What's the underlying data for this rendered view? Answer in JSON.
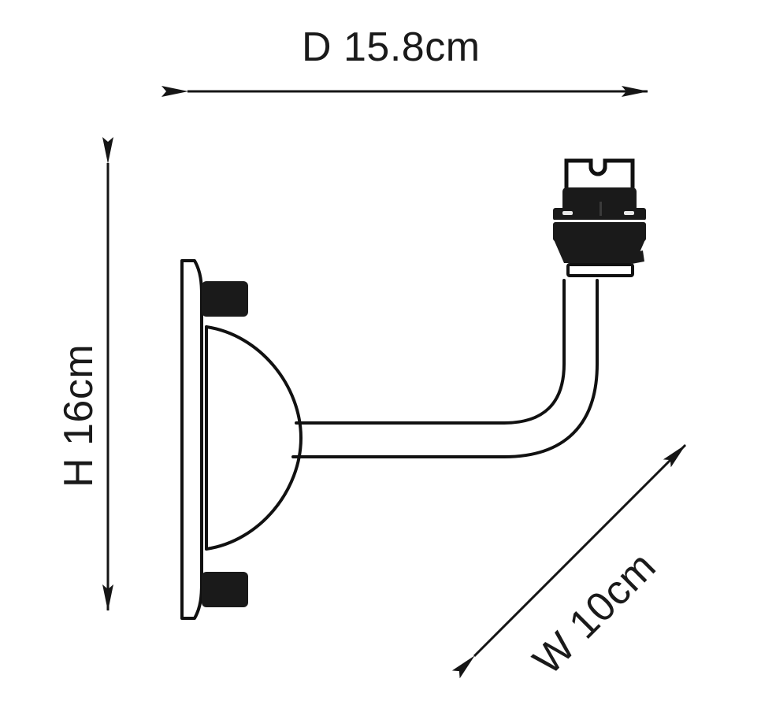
{
  "diagram": {
    "title": "Wall light dimension drawing",
    "product": "wall-bracket-lamp",
    "line_color": "#111111",
    "fill_color": "#ffffff",
    "dark_color": "#1a1a1a",
    "background": "#ffffff"
  },
  "dimensions": {
    "depth": {
      "label": "D 15.8cm",
      "value": 15.8,
      "unit": "cm",
      "axis": "depth",
      "orientation": "horizontal",
      "arrow": "double"
    },
    "height": {
      "label": "H 16cm",
      "value": 16,
      "unit": "cm",
      "axis": "height",
      "orientation": "vertical",
      "arrow": "double"
    },
    "width": {
      "label": "W 10cm",
      "value": 10,
      "unit": "cm",
      "axis": "width",
      "orientation": "diagonal",
      "arrow": "double"
    }
  },
  "parts": {
    "wall_plate": "wall-mounting-backplate",
    "fixing_block_top": "top-fixing-block",
    "fixing_block_bottom": "bottom-fixing-block",
    "dome": "domed-backplate",
    "arm": "curved-support-arm",
    "lamp_holder": "bayonet-lamp-holder",
    "bayonet_slot": "bayonet-cap-slot"
  }
}
